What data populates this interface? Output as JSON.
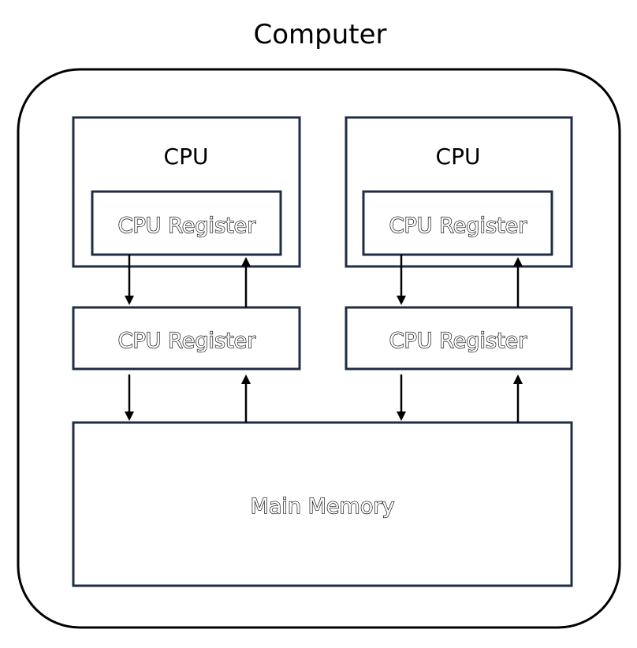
{
  "title": "Computer",
  "colors": {
    "box_border": "#1f2d45",
    "outer_border": "#000000",
    "arrow": "#000000",
    "background": "#ffffff"
  },
  "left_cpu": {
    "label": "CPU",
    "inner_register_label": "CPU Register",
    "outer_register_label": "CPU Register"
  },
  "right_cpu": {
    "label": "CPU",
    "inner_register_label": "CPU Register",
    "outer_register_label": "CPU Register"
  },
  "main_memory_label": "Main Memory"
}
